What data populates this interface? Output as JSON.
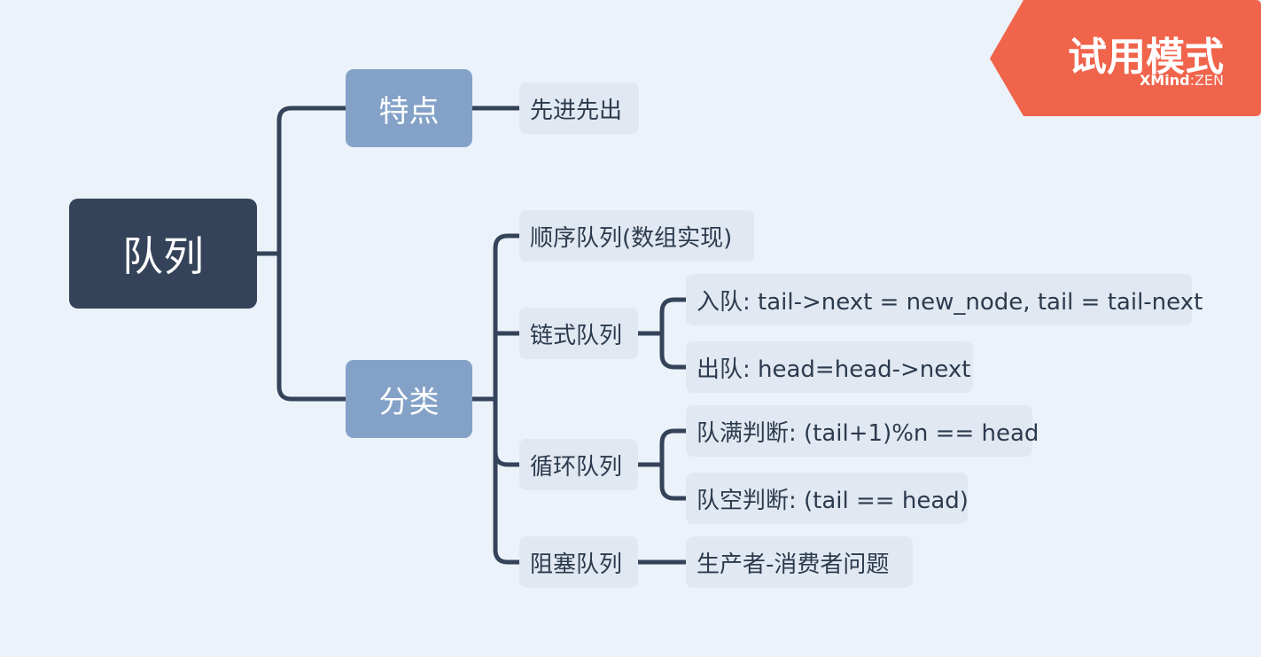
{
  "mindmap": {
    "root": "队列",
    "branches": {
      "features": {
        "label": "特点",
        "items": [
          "先进先出"
        ]
      },
      "categories": {
        "label": "分类",
        "sequential": "顺序队列(数组实现)",
        "linked": {
          "label": "链式队列",
          "enqueue": "入队: tail->next = new_node, tail = tail-next",
          "dequeue": "出队: head=head->next"
        },
        "circular": {
          "label": "循环队列",
          "full": "队满判断: (tail+1)%n == head",
          "empty": "队空判断: (tail == head)"
        },
        "blocking": {
          "label": "阻塞队列",
          "problem": "生产者-消费者问题"
        }
      }
    }
  },
  "trial_badge": {
    "title": "试用模式",
    "brand_main": "XMind",
    "brand_suffix": ":ZEN",
    "color": "#f0644c"
  },
  "colors": {
    "background": "#ebf2fa",
    "root": "#344359",
    "main_topic": "#84a2c8",
    "sub_topic": "#e1e8f1",
    "connector": "#344359"
  }
}
